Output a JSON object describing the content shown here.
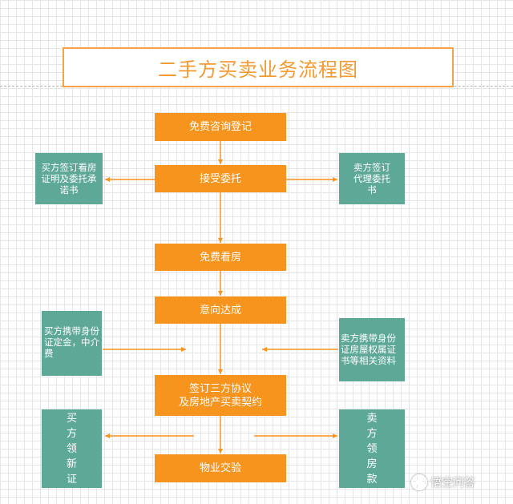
{
  "title": "二手方买卖业务流程图",
  "steps": {
    "consult": "免费咨询登记",
    "accept": "接受委托",
    "viewing": "免费看房",
    "intent": "意向达成",
    "contract": "签订三方协议\n及房地产买卖契约",
    "handover": "物业交验"
  },
  "side_notes": {
    "buyer_sign": "买方签订看房证明及委托承诺书",
    "seller_sign": "卖方签订代理委托书",
    "buyer_bring": "买方携带身份证定金，中介费",
    "seller_bring": "卖方携带身份证房屋权属证书等相关资料",
    "buyer_cert": "买方领新证",
    "seller_pay": "卖方领房款"
  },
  "watermark": "悟空问答",
  "colors": {
    "orange": "#f7941d",
    "teal": "#5ea898",
    "title_border": "#f5a347",
    "arrow": "#f7941d"
  }
}
